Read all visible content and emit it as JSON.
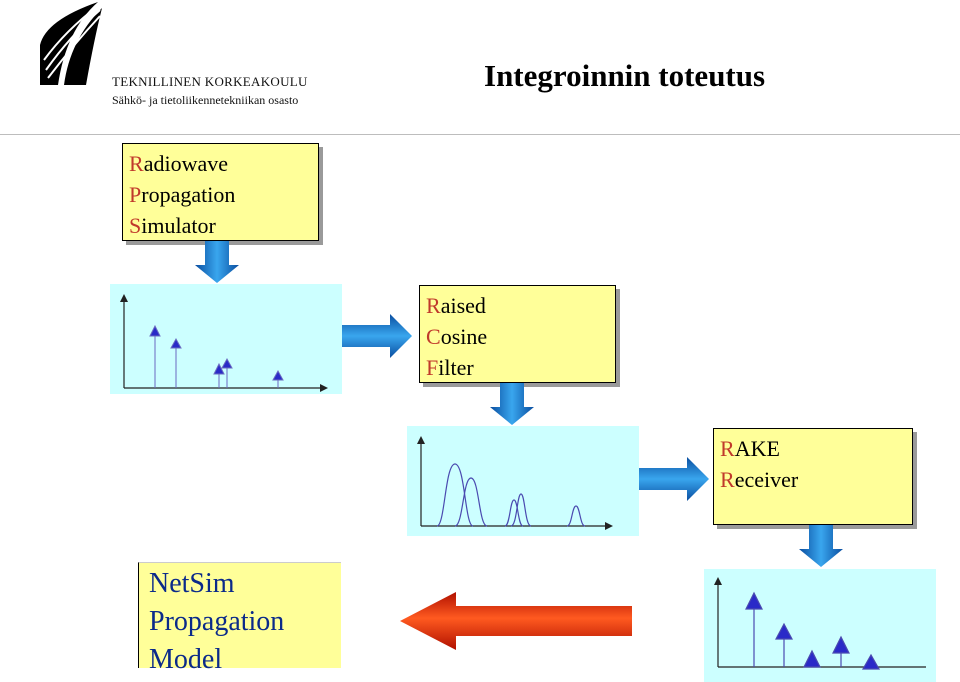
{
  "header": {
    "institution": "TEKNILLINEN KORKEAKOULU",
    "department": "Sähkö- ja tietoliikennetekniikan osasto",
    "title": "Integroinnin toteutus"
  },
  "boxes": {
    "radiowave": {
      "initials": [
        "R",
        "P",
        "S"
      ],
      "rest": [
        "adiowave",
        "ropagation",
        "imulator"
      ]
    },
    "raised": {
      "initials": [
        "R",
        "C",
        "F"
      ],
      "rest": [
        "aised",
        "osine",
        "ilter"
      ]
    },
    "rake": {
      "initials": [
        "R",
        "R"
      ],
      "rest": [
        "AKE",
        "eceiver"
      ]
    },
    "netsim": {
      "lines": [
        "NetSim",
        "Propagation",
        "Model"
      ]
    }
  },
  "colors": {
    "box_fill": "#ffff99",
    "panel_fill": "#ccffff",
    "initial_letter": "#c0392b",
    "netsim_text": "#0b2a8a",
    "marker": "#2a2ac8",
    "arrow_blue": "#1a7fd0",
    "arrow_red": "#e02a10"
  }
}
